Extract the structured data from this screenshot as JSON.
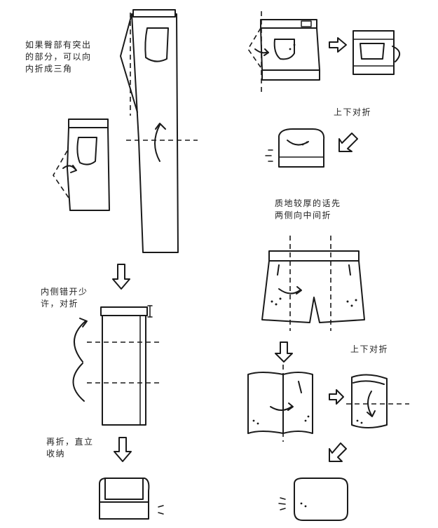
{
  "left_column": {
    "step_triangle_label": "如果臀部有突出\n的部分，可以向\n内折成三角",
    "step_offset_label": "内侧错开少\n许，对折",
    "step_stand_label": "再折，直立\n收纳"
  },
  "right_column": {
    "fold_top_bottom_label_1": "上下对折",
    "thick_material_label": "质地较厚的话先\n两侧向中间折",
    "fold_top_bottom_label_2": "上下对折"
  },
  "colors": {
    "ink": "#1a1a1a",
    "background": "#ffffff"
  }
}
